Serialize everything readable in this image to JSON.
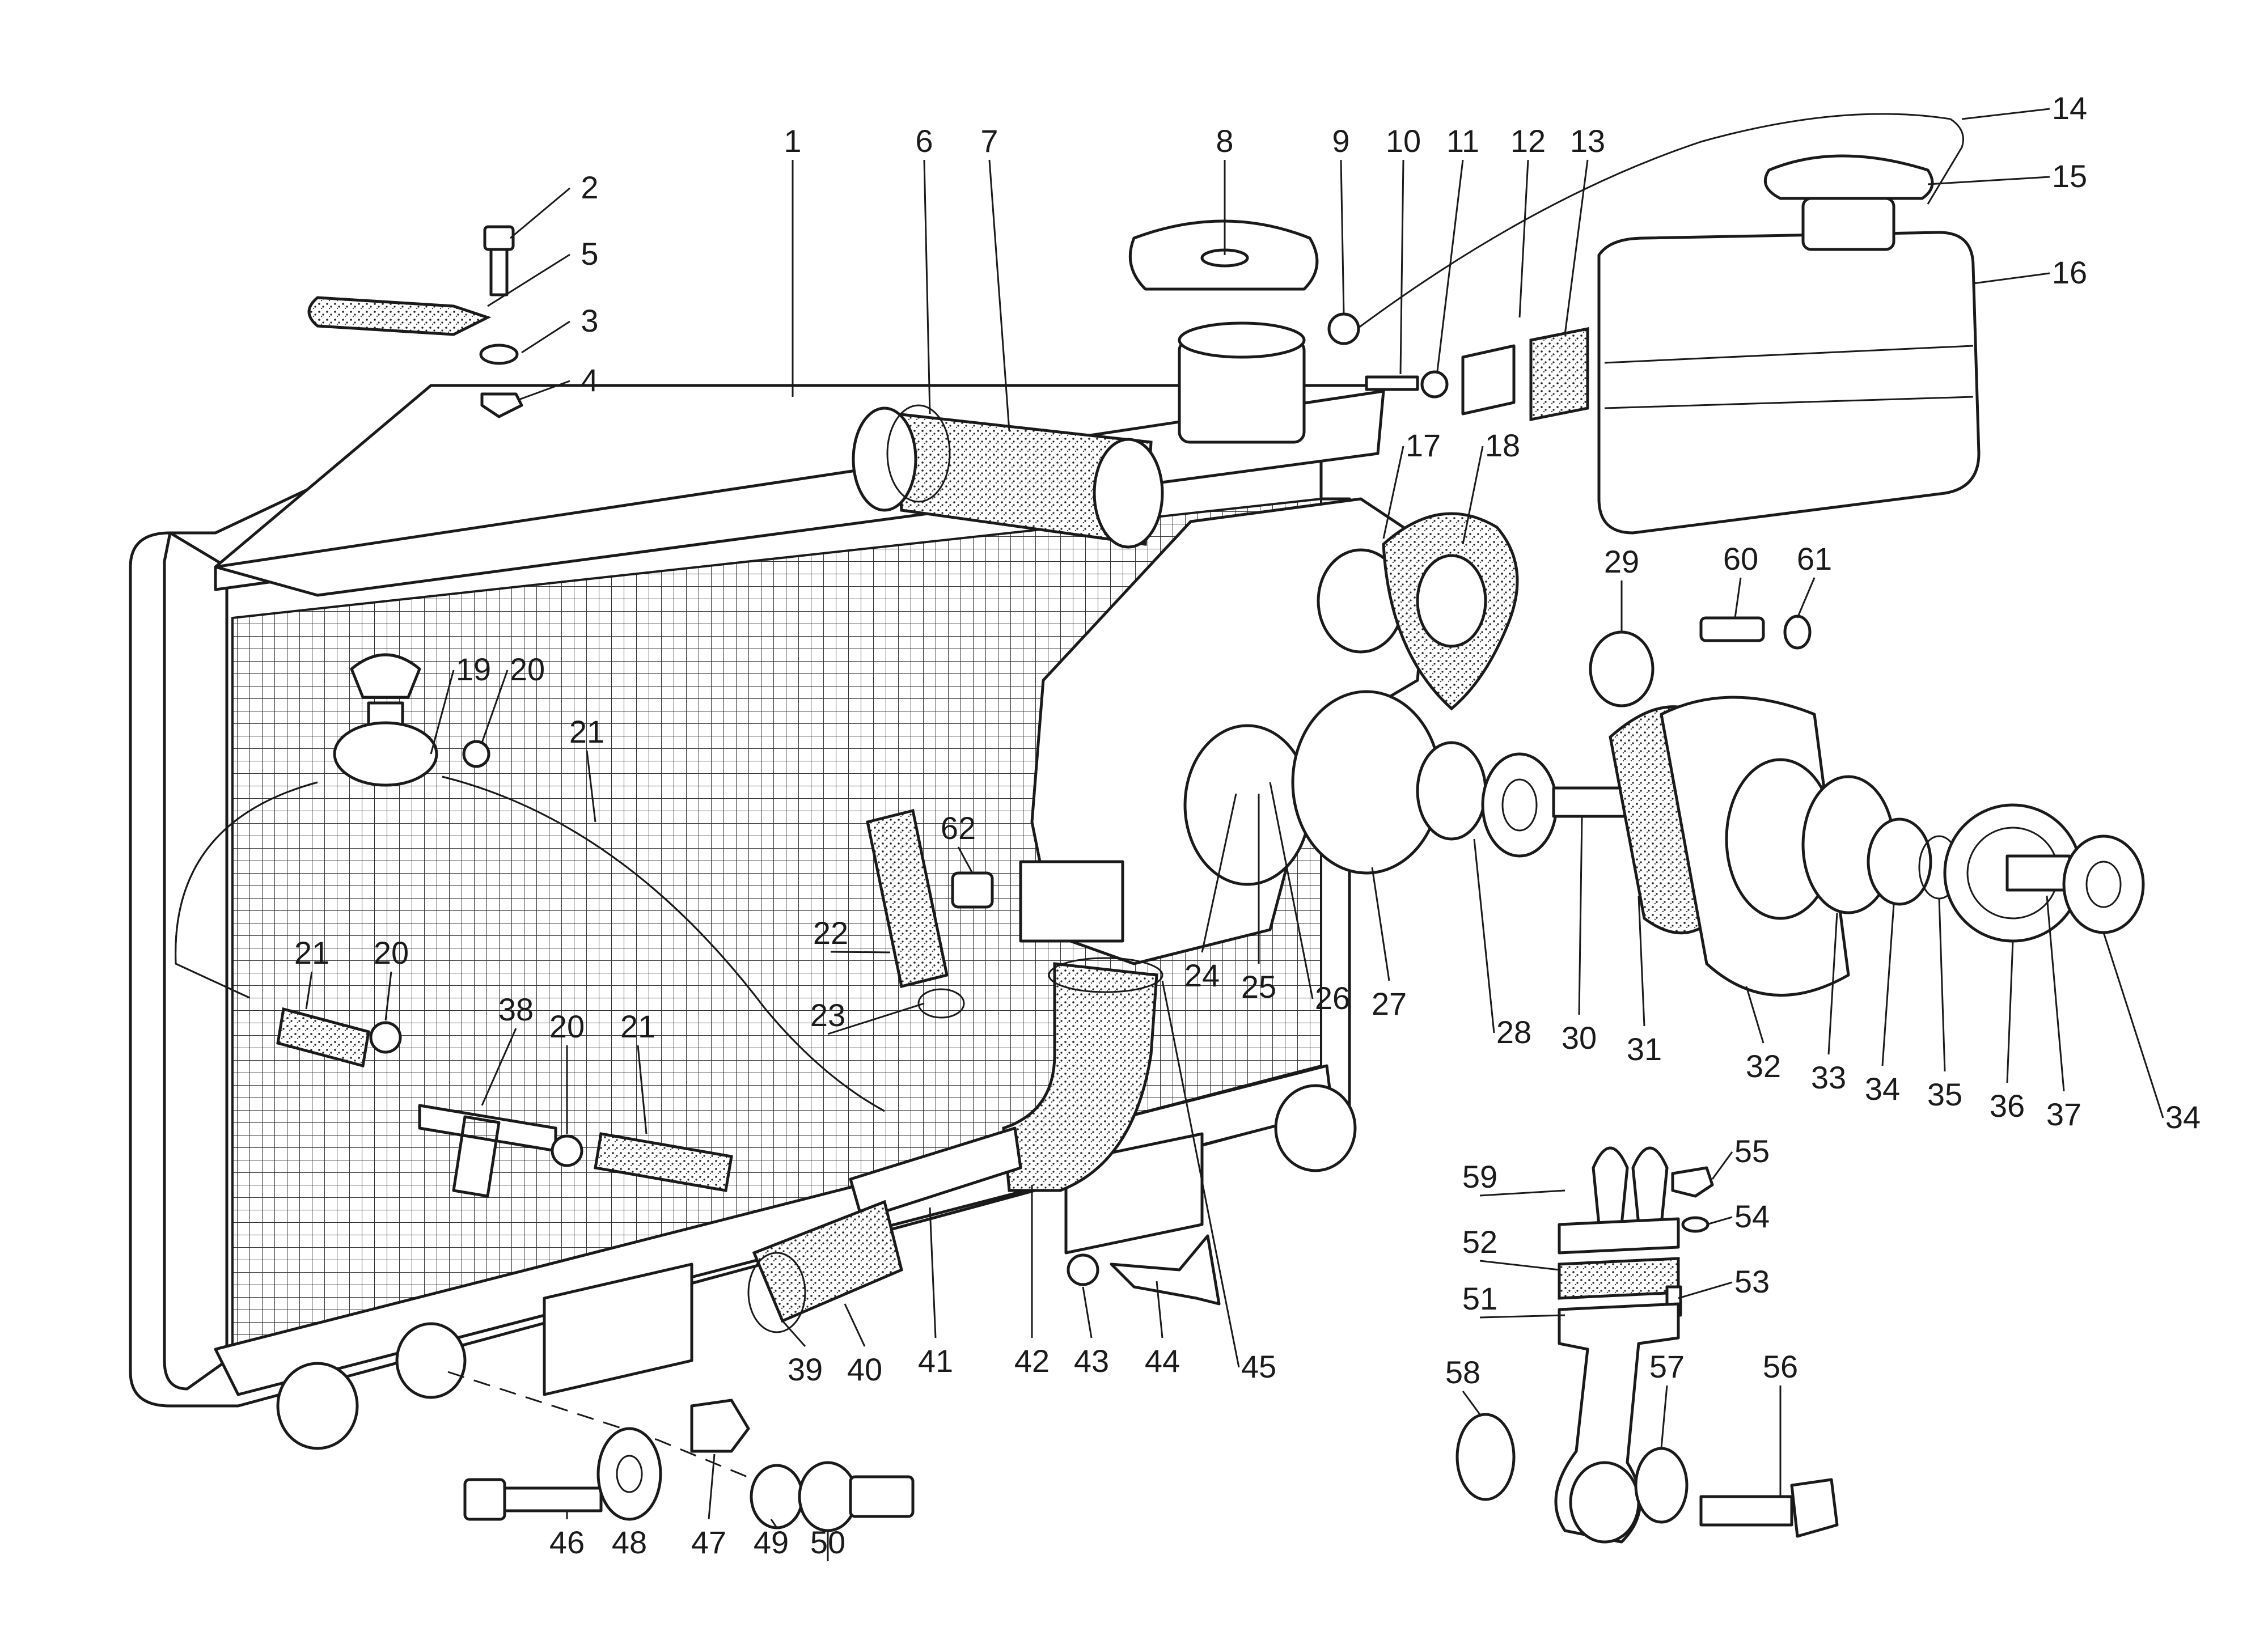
{
  "diagram": {
    "callouts": [
      {
        "n": "1"
      },
      {
        "n": "2"
      },
      {
        "n": "3"
      },
      {
        "n": "4"
      },
      {
        "n": "5"
      },
      {
        "n": "6"
      },
      {
        "n": "7"
      },
      {
        "n": "8"
      },
      {
        "n": "9"
      },
      {
        "n": "10"
      },
      {
        "n": "11"
      },
      {
        "n": "12"
      },
      {
        "n": "13"
      },
      {
        "n": "14"
      },
      {
        "n": "15"
      },
      {
        "n": "16"
      },
      {
        "n": "17"
      },
      {
        "n": "18"
      },
      {
        "n": "19"
      },
      {
        "n": "20"
      },
      {
        "n": "20"
      },
      {
        "n": "20"
      },
      {
        "n": "21"
      },
      {
        "n": "21"
      },
      {
        "n": "21"
      },
      {
        "n": "22"
      },
      {
        "n": "23"
      },
      {
        "n": "24"
      },
      {
        "n": "25"
      },
      {
        "n": "26"
      },
      {
        "n": "27"
      },
      {
        "n": "28"
      },
      {
        "n": "29"
      },
      {
        "n": "30"
      },
      {
        "n": "31"
      },
      {
        "n": "32"
      },
      {
        "n": "33"
      },
      {
        "n": "34"
      },
      {
        "n": "34"
      },
      {
        "n": "35"
      },
      {
        "n": "36"
      },
      {
        "n": "37"
      },
      {
        "n": "38"
      },
      {
        "n": "39"
      },
      {
        "n": "40"
      },
      {
        "n": "41"
      },
      {
        "n": "42"
      },
      {
        "n": "43"
      },
      {
        "n": "44"
      },
      {
        "n": "45"
      },
      {
        "n": "46"
      },
      {
        "n": "47"
      },
      {
        "n": "48"
      },
      {
        "n": "49"
      },
      {
        "n": "50"
      },
      {
        "n": "51"
      },
      {
        "n": "52"
      },
      {
        "n": "53"
      },
      {
        "n": "54"
      },
      {
        "n": "55"
      },
      {
        "n": "56"
      },
      {
        "n": "57"
      },
      {
        "n": "58"
      },
      {
        "n": "59"
      },
      {
        "n": "60"
      },
      {
        "n": "61"
      },
      {
        "n": "62"
      }
    ]
  }
}
